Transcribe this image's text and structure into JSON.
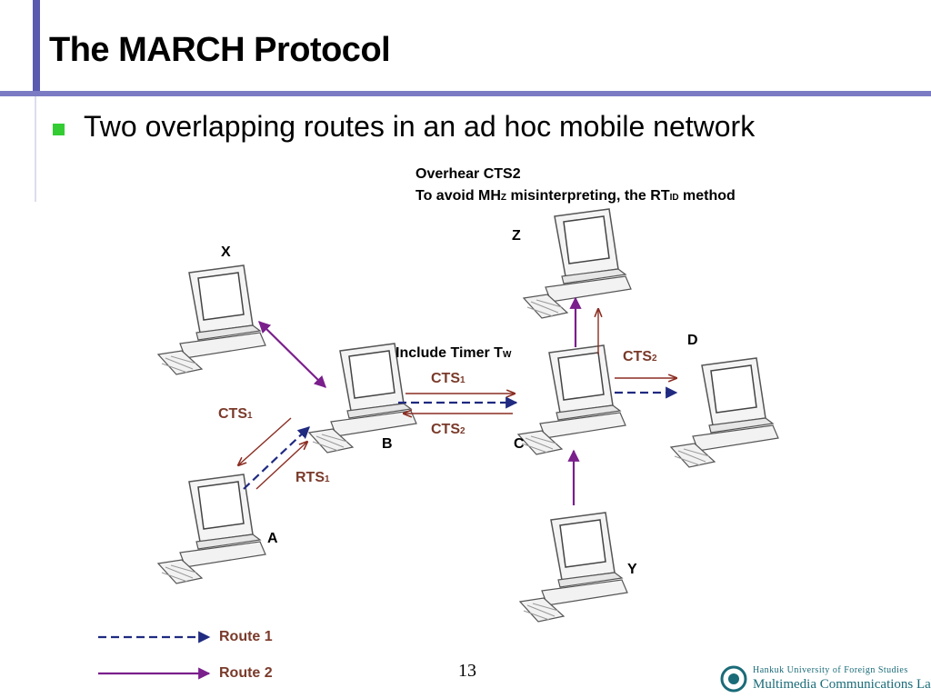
{
  "slide": {
    "title": "The MARCH Protocol",
    "bullet": "Two overlapping routes in an ad hoc mobile network",
    "page_number": "13"
  },
  "note": {
    "line1": "Overhear CTS2",
    "line2_a": "To avoid MH",
    "line2_sub1": "Z",
    "line2_b": " misinterpreting, the RT",
    "line2_sub2": "ID",
    "line2_c": " method"
  },
  "nodes": {
    "x": "X",
    "z": "Z",
    "d": "D",
    "b": "B",
    "c": "C",
    "a": "A",
    "y": "Y"
  },
  "labels": {
    "include_timer": "Include Timer T",
    "include_timer_sub": "W",
    "cts_main": "CTS",
    "cts_sub1": "1",
    "cts_sub2": "2",
    "rts_main": "RTS",
    "rts_sub1": "1"
  },
  "legend": {
    "route1": "Route 1",
    "route2": "Route 2"
  },
  "logo": {
    "line1": "Hankuk University of Foreign Studies",
    "line2": "Multimedia Communications Lab."
  },
  "colors": {
    "route1": "#1f2a80",
    "route2": "#7a1f8c",
    "message_arrow": "#8b2d22",
    "accent_bar": "#5a5ab0",
    "bullet": "#33cc33"
  }
}
